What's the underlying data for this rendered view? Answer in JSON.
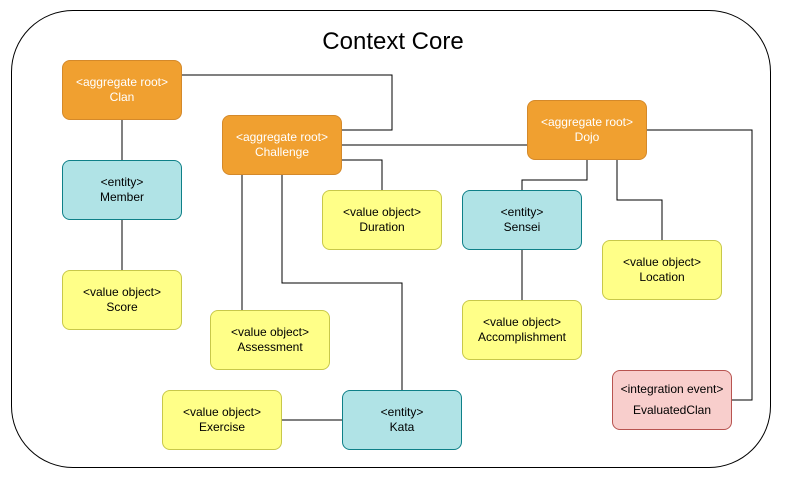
{
  "title": "Context Core",
  "nodes": {
    "clan": {
      "stereotype": "<aggregate root>",
      "name": "Clan"
    },
    "challenge": {
      "stereotype": "<aggregate root>",
      "name": "Challenge"
    },
    "dojo": {
      "stereotype": "<aggregate root>",
      "name": "Dojo"
    },
    "member": {
      "stereotype": "<entity>",
      "name": "Member"
    },
    "sensei": {
      "stereotype": "<entity>",
      "name": "Sensei"
    },
    "kata": {
      "stereotype": "<entity>",
      "name": "Kata"
    },
    "score": {
      "stereotype": "<value object>",
      "name": "Score"
    },
    "duration": {
      "stereotype": "<value object>",
      "name": "Duration"
    },
    "assessment": {
      "stereotype": "<value object>",
      "name": "Assessment"
    },
    "exercise": {
      "stereotype": "<value object>",
      "name": "Exercise"
    },
    "accomplishment": {
      "stereotype": "<value object>",
      "name": "Accomplishment"
    },
    "location": {
      "stereotype": "<value object>",
      "name": "Location"
    },
    "evaluatedclan": {
      "stereotype": "<integration event>",
      "name": "EvaluatedClan"
    }
  },
  "colors": {
    "aggregate_root": "#f0a030",
    "entity": "#b0e3e6",
    "value_object": "#ffff88",
    "integration_event": "#f8cecc"
  }
}
